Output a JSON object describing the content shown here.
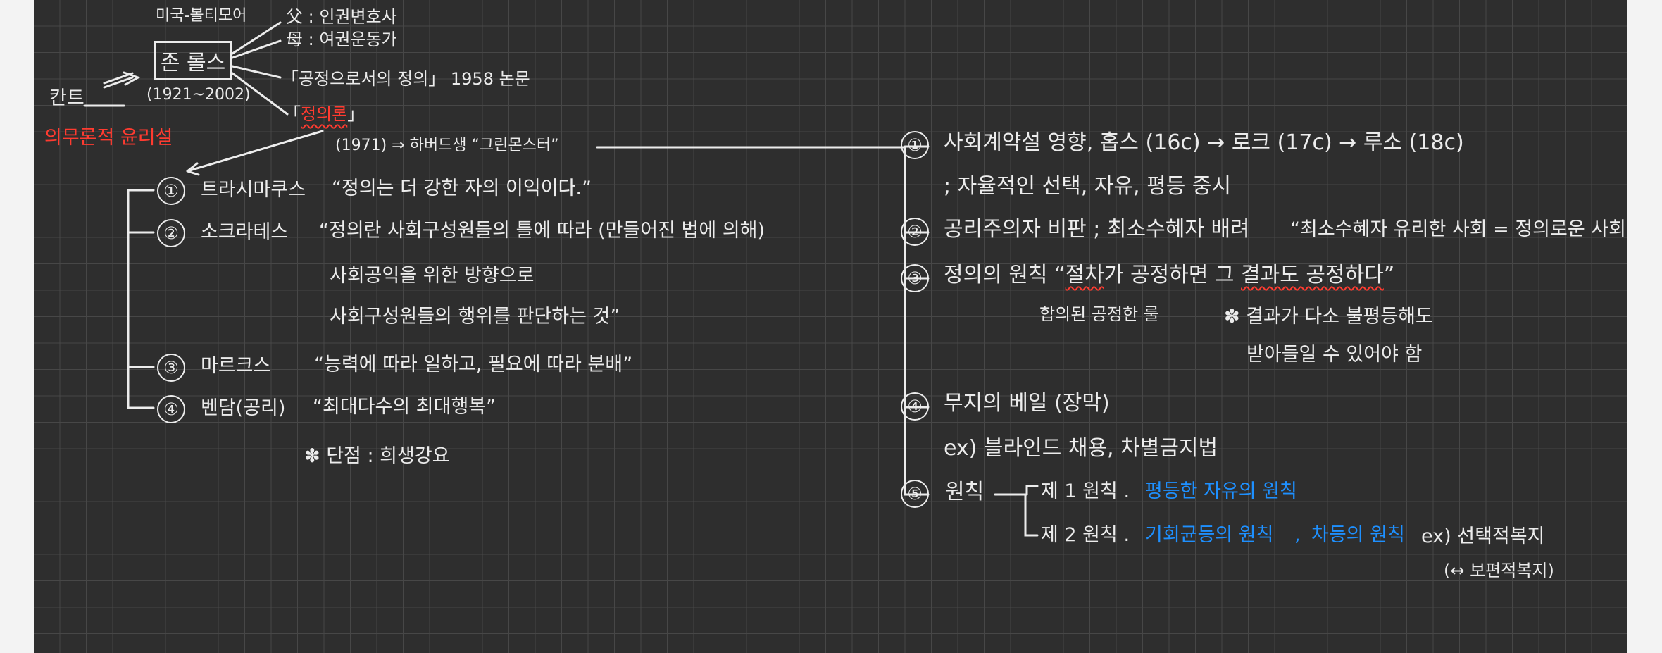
{
  "left": {
    "origin": "미국-볼티모어",
    "name": "존 롤스",
    "years": "(1921~2002)",
    "father": "父 : 인권변호사",
    "mother": "母 : 여권운동가",
    "paper": "「공정으로서의 정의」 1958 논문",
    "book_open": "「",
    "book_title": "정의론",
    "book_close": "」",
    "book_note": "(1971) ⇒ 하버드생 “그린몬스터”",
    "kant": "칸트",
    "kant_theory": "의무론적 윤리설",
    "items": [
      {
        "num": "①",
        "name": "트라시마쿠스",
        "quote": "“정의는 더 강한 자의 이익이다.”"
      },
      {
        "num": "②",
        "name": "소크라테스",
        "quote": "“정의란 사회구성원들의 틀에 따라 (만들어진 법에 의해)",
        "line2": "사회공익을 위한 방향으로",
        "line3": "사회구성원들의 행위를 판단하는 것”"
      },
      {
        "num": "③",
        "name": "마르크스",
        "quote": "“능력에 따라 일하고, 필요에 따라 분배”"
      },
      {
        "num": "④",
        "name": "벤담(공리)",
        "quote": "“최대다수의 최대행복”"
      }
    ],
    "flaw": "✽ 단점 : 희생강요"
  },
  "right": {
    "n1": "①",
    "r1": "사회계약설 영향, 홉스 (16c) → 로크 (17c) → 루소 (18c)",
    "r1b": "; 자율적인 선택, 자유, 평등 중시",
    "n2": "②",
    "r2": "공리주의자 비판 ; 최소수혜자 배려",
    "r2q": "“최소수혜자 유리한 사회 = 정의로운 사회”",
    "n3": "③",
    "r3_prefix": "정의의 원칙 “",
    "r3_a": "절차",
    "r3_b": "가 공정하면 그 ",
    "r3_c": "결과도 공정하다",
    "r3_end": "”",
    "r3_note": "합의된 공정한 룰",
    "r3_star": "✽ 결과가 다소 불평등해도",
    "r3_star2": "받아들일 수 있어야 함",
    "n4": "④",
    "r4": "무지의 베일 (장막)",
    "r4ex": "ex) 블라인드 채용, 차별금지법",
    "n5": "⑤",
    "r5": "원칙",
    "p1_label": "제 1 원칙 .",
    "p1_value": "평등한 자유의 원칙",
    "p2_label": "제 2 원칙 .",
    "p2_value_a": "기회균등의 원칙",
    "p2_comma": ",",
    "p2_value_b": "차등의 원칙",
    "p2_ex": "ex) 선택적복지",
    "p2_ex2": "(↔ 보편적복지)"
  },
  "colors": {
    "board": "#2e2e2e",
    "grid": "#474747",
    "chalk": "#ececec",
    "red": "#ff3b30",
    "blue": "#1e90ff"
  }
}
